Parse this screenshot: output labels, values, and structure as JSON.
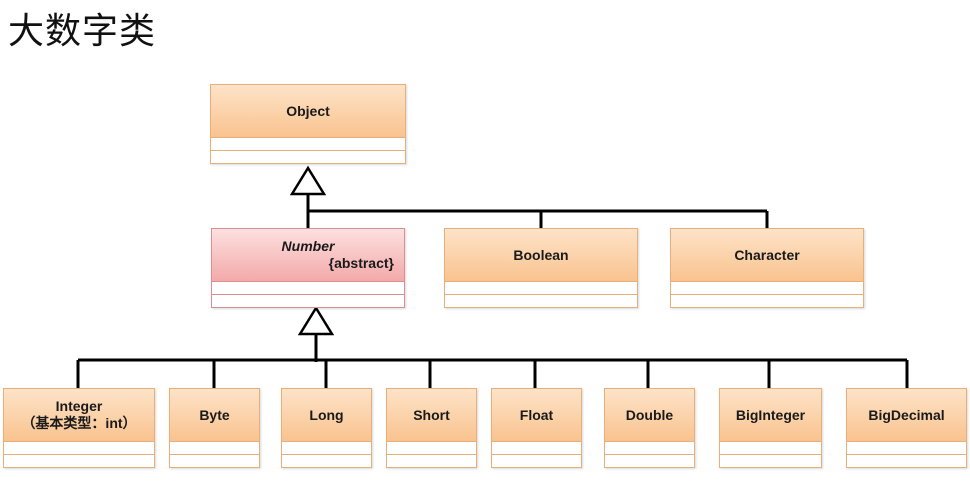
{
  "title": "大数字类",
  "classes": {
    "object": "Object",
    "number": "Number",
    "number_tag": "{abstract}",
    "boolean": "Boolean",
    "character": "Character",
    "integer": "Integer",
    "integer_note": "（基本类型：int）",
    "byte": "Byte",
    "long": "Long",
    "short": "Short",
    "float": "Float",
    "double": "Double",
    "biginteger": "BigInteger",
    "bigdecimal": "BigDecimal"
  },
  "colors": {
    "box_orange": "#f9c38f",
    "box_pink": "#f3a9a9",
    "box_border": "#e7b07a",
    "line": "#000000"
  }
}
